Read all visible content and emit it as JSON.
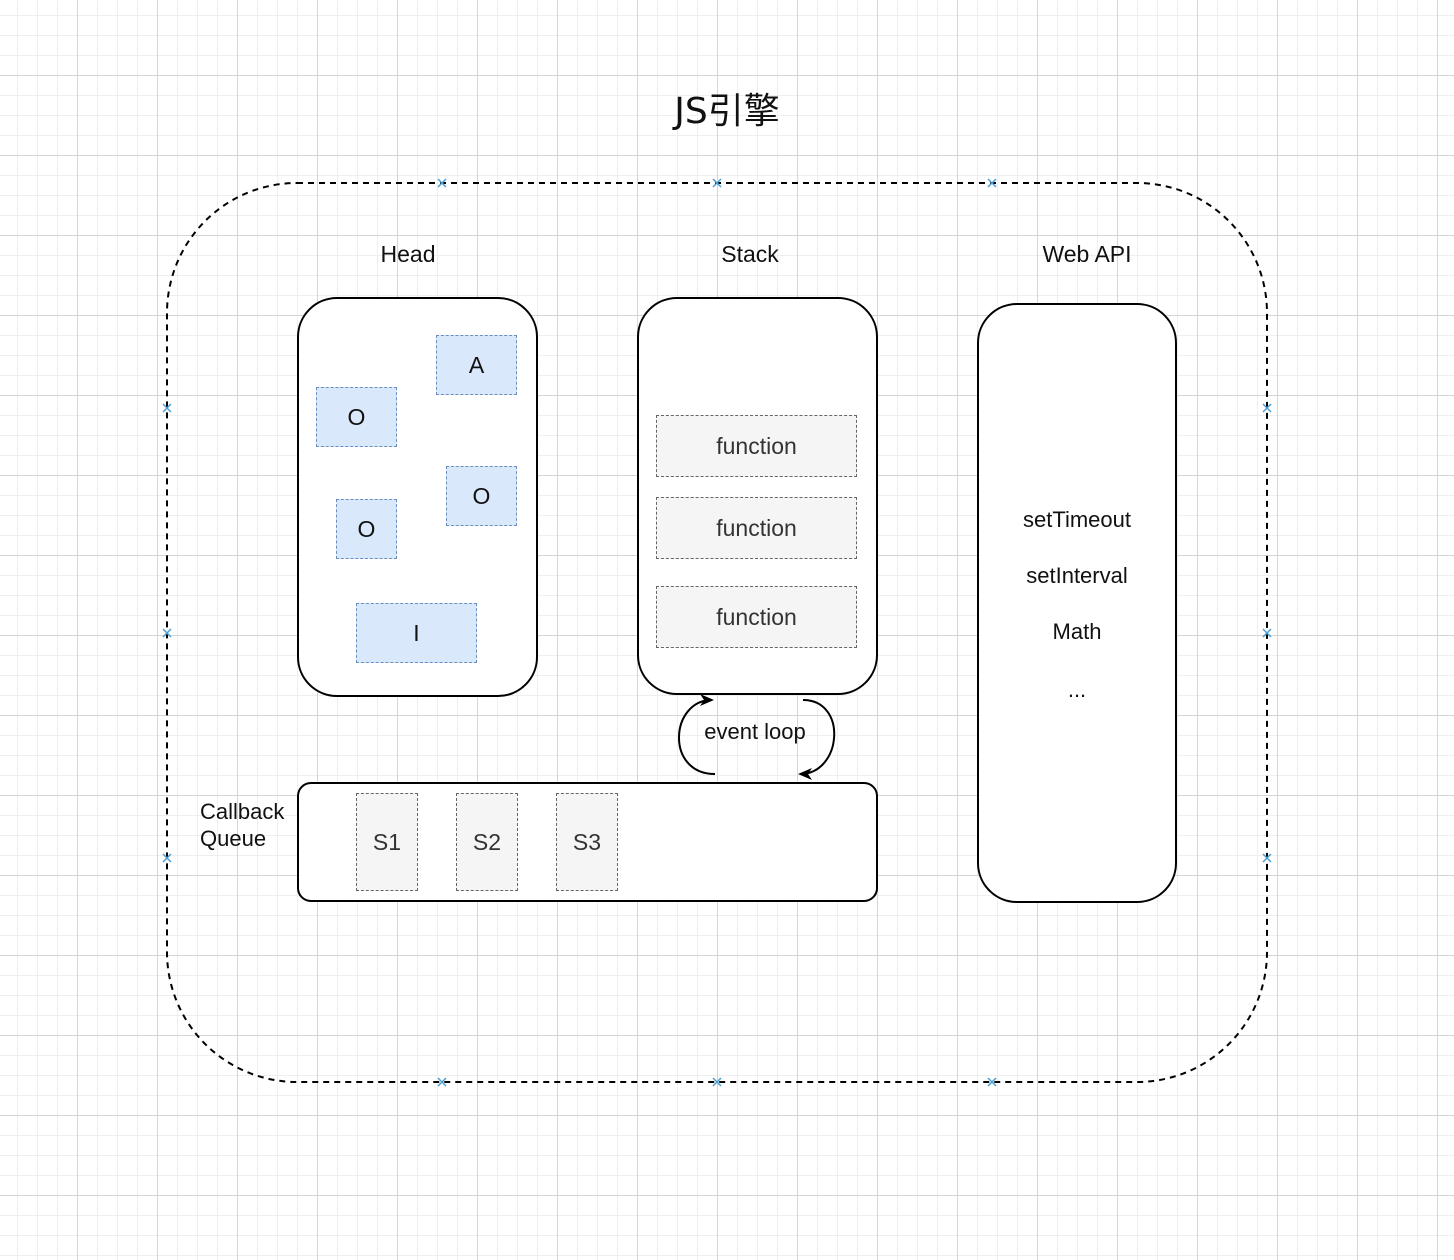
{
  "title": "JS引擎",
  "heap": {
    "label": "Head",
    "objects": [
      "A",
      "O",
      "O",
      "O",
      "I"
    ]
  },
  "stack": {
    "label": "Stack",
    "frames": [
      "function",
      "function",
      "function"
    ]
  },
  "web_api": {
    "label": "Web API",
    "items": [
      "setTimeout",
      "setInterval",
      "Math",
      "..."
    ]
  },
  "event_loop": {
    "label": "event loop"
  },
  "callback_queue": {
    "label_line1": "Callback",
    "label_line2": "Queue",
    "items": [
      "S1",
      "S2",
      "S3"
    ]
  },
  "colors": {
    "object_fill": "#dae8fc",
    "object_border": "#6c8ebf",
    "frame_fill": "#f5f5f5",
    "frame_border": "#666666",
    "selection_handle": "#4a9fd5"
  }
}
